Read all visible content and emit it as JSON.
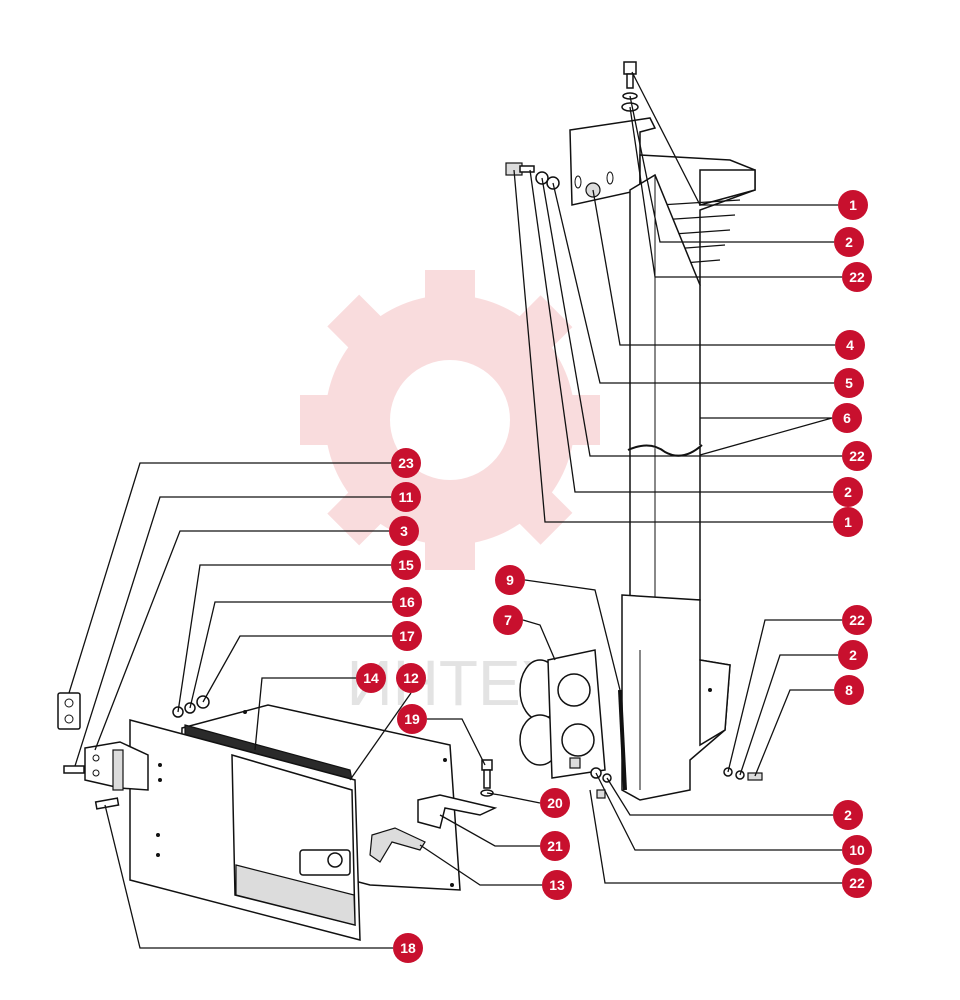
{
  "watermark": {
    "text": "ИНТЕХ",
    "gear_color": "#f3b3b6"
  },
  "colors": {
    "callout": "#c8102e",
    "callout_text": "#ffffff",
    "leader": "#111111"
  },
  "callouts": [
    {
      "label": "1"
    },
    {
      "label": "2"
    },
    {
      "label": "22"
    },
    {
      "label": "4"
    },
    {
      "label": "5"
    },
    {
      "label": "6"
    },
    {
      "label": "22"
    },
    {
      "label": "2"
    },
    {
      "label": "1"
    },
    {
      "label": "9"
    },
    {
      "label": "7"
    },
    {
      "label": "22"
    },
    {
      "label": "2"
    },
    {
      "label": "8"
    },
    {
      "label": "23"
    },
    {
      "label": "11"
    },
    {
      "label": "3"
    },
    {
      "label": "15"
    },
    {
      "label": "16"
    },
    {
      "label": "17"
    },
    {
      "label": "14"
    },
    {
      "label": "12"
    },
    {
      "label": "19"
    },
    {
      "label": "20"
    },
    {
      "label": "21"
    },
    {
      "label": "13"
    },
    {
      "label": "2"
    },
    {
      "label": "10"
    },
    {
      "label": "22"
    },
    {
      "label": "18"
    }
  ]
}
